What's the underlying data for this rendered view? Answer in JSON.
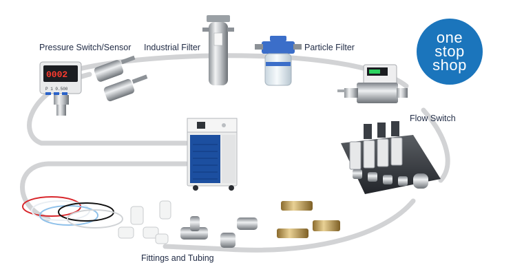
{
  "labels": {
    "pressure": "Pressure Switch/Sensor",
    "industrial": "Industrial Filter",
    "particle": "Particle Filter",
    "flow": "Flow Switch",
    "fittings": "Fittings and Tubing"
  },
  "badge": {
    "line1": "one",
    "line2": "stop",
    "line3": "shop",
    "color": "#1b75bc"
  },
  "pressure_display": {
    "main": "0002",
    "sub": "P 1  0.500"
  },
  "colors": {
    "track": "#d2d3d5",
    "label": "#1f2a44",
    "chiller_blue": "#1c4fa0"
  }
}
